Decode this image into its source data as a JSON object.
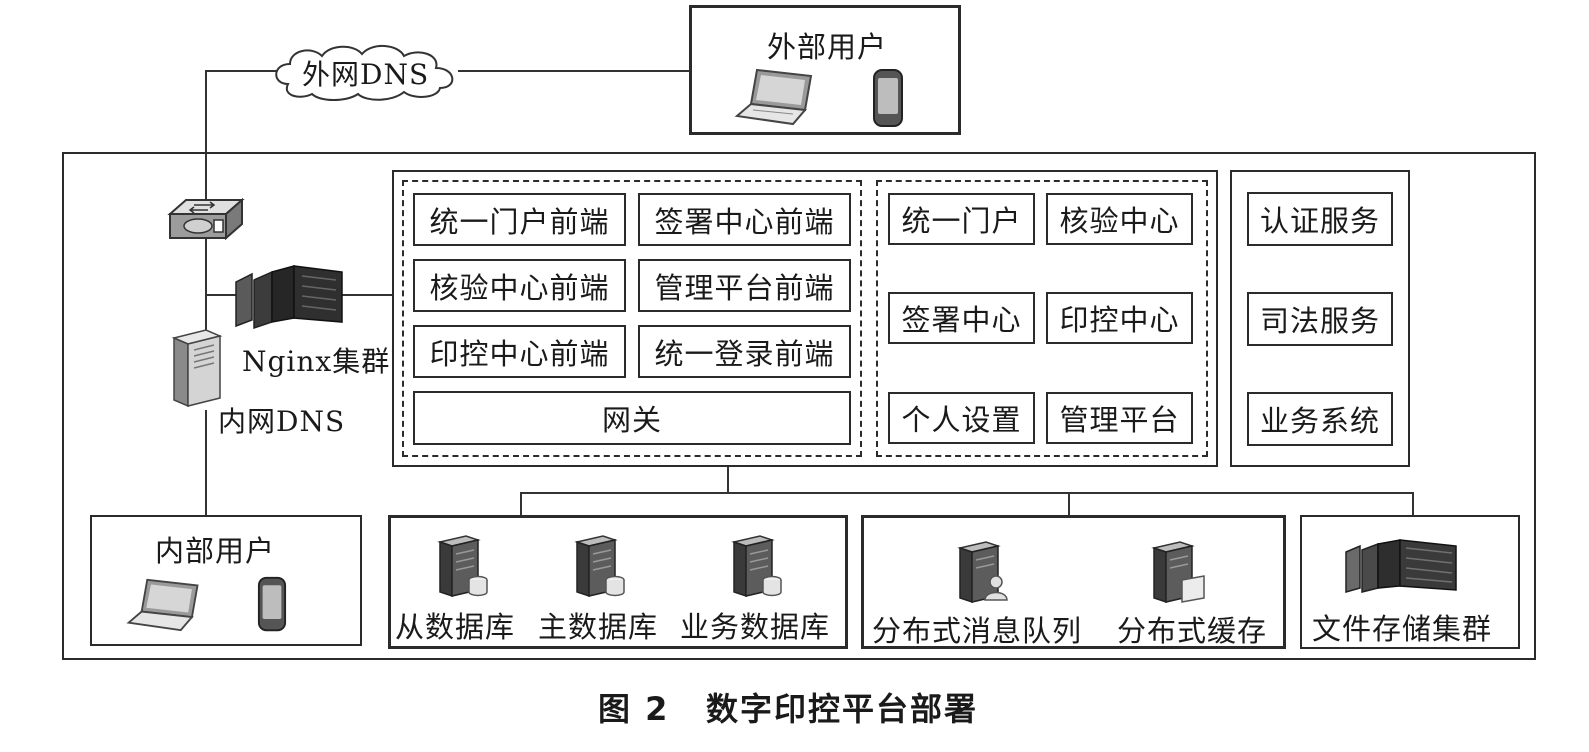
{
  "external": {
    "cloud_label": "外网DNS",
    "users_title": "外部用户"
  },
  "network": {
    "nginx_label": "Nginx集群",
    "internal_dns_label": "内网DNS"
  },
  "frontend_group": {
    "items": [
      "统一门户前端",
      "签署中心前端",
      "核验中心前端",
      "管理平台前端",
      "印控中心前端",
      "统一登录前端"
    ],
    "gateway": "网关"
  },
  "backend_group": {
    "items": [
      "统一门户",
      "核验中心",
      "签署中心",
      "印控中心",
      "个人设置",
      "管理平台"
    ]
  },
  "services": {
    "items": [
      "认证服务",
      "司法服务",
      "业务系统"
    ]
  },
  "internal_users": {
    "title": "内部用户"
  },
  "databases": {
    "items": [
      "从数据库",
      "主数据库",
      "业务数据库"
    ]
  },
  "middleware": {
    "items": [
      "分布式消息队列",
      "分布式缓存"
    ]
  },
  "storage": {
    "label": "文件存储集群"
  },
  "caption": {
    "figure_number": "图 2",
    "title": "数字印控平台部署"
  }
}
